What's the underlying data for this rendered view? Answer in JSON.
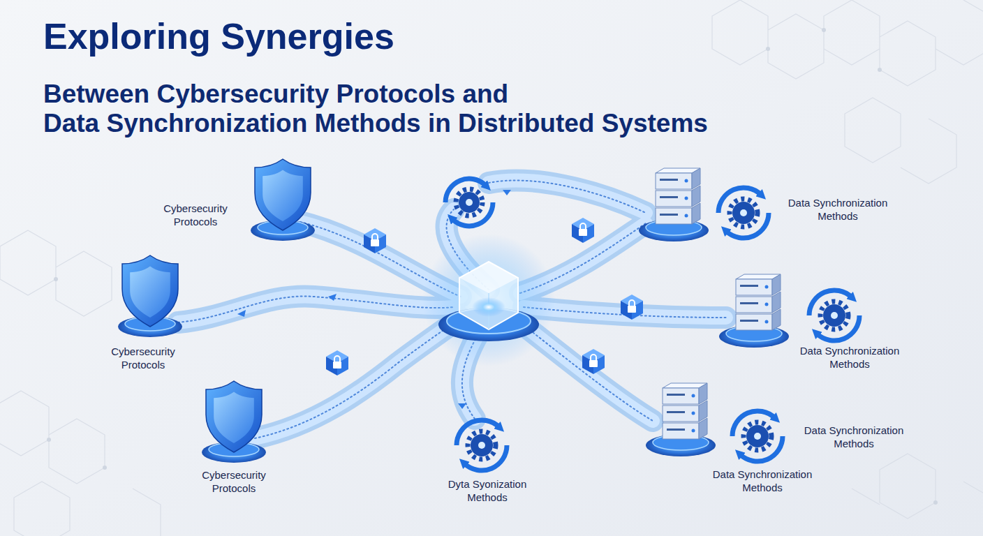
{
  "diagram": {
    "title": "Exploring Synergies",
    "nodes": [
      {
        "text": [
          "Cybersecurity Protocols"
        ]
      },
      {
        "text": [
          "Data Synchronization Methods"
        ]
      },
      {
        "text": [
          "Cybersecurity Protocols"
        ]
      },
      {
        "text": [
          "Data Synchronization Methods"
        ]
      },
      {
        "text": [
          "Cybersecurity Protocols"
        ]
      },
      {
        "text": [
          "Data Synchronization Methods"
        ]
      },
      {
        "text": [
          "Data Synchronization Methods"
        ]
      },
      {
        "text": [
          "Dyta Syonization Methods"
        ]
      }
    ],
    "labels": [
      "Between Cybersecurity Protocols and",
      "Data Synchronization Methods in Distributed Systems"
    ]
  }
}
